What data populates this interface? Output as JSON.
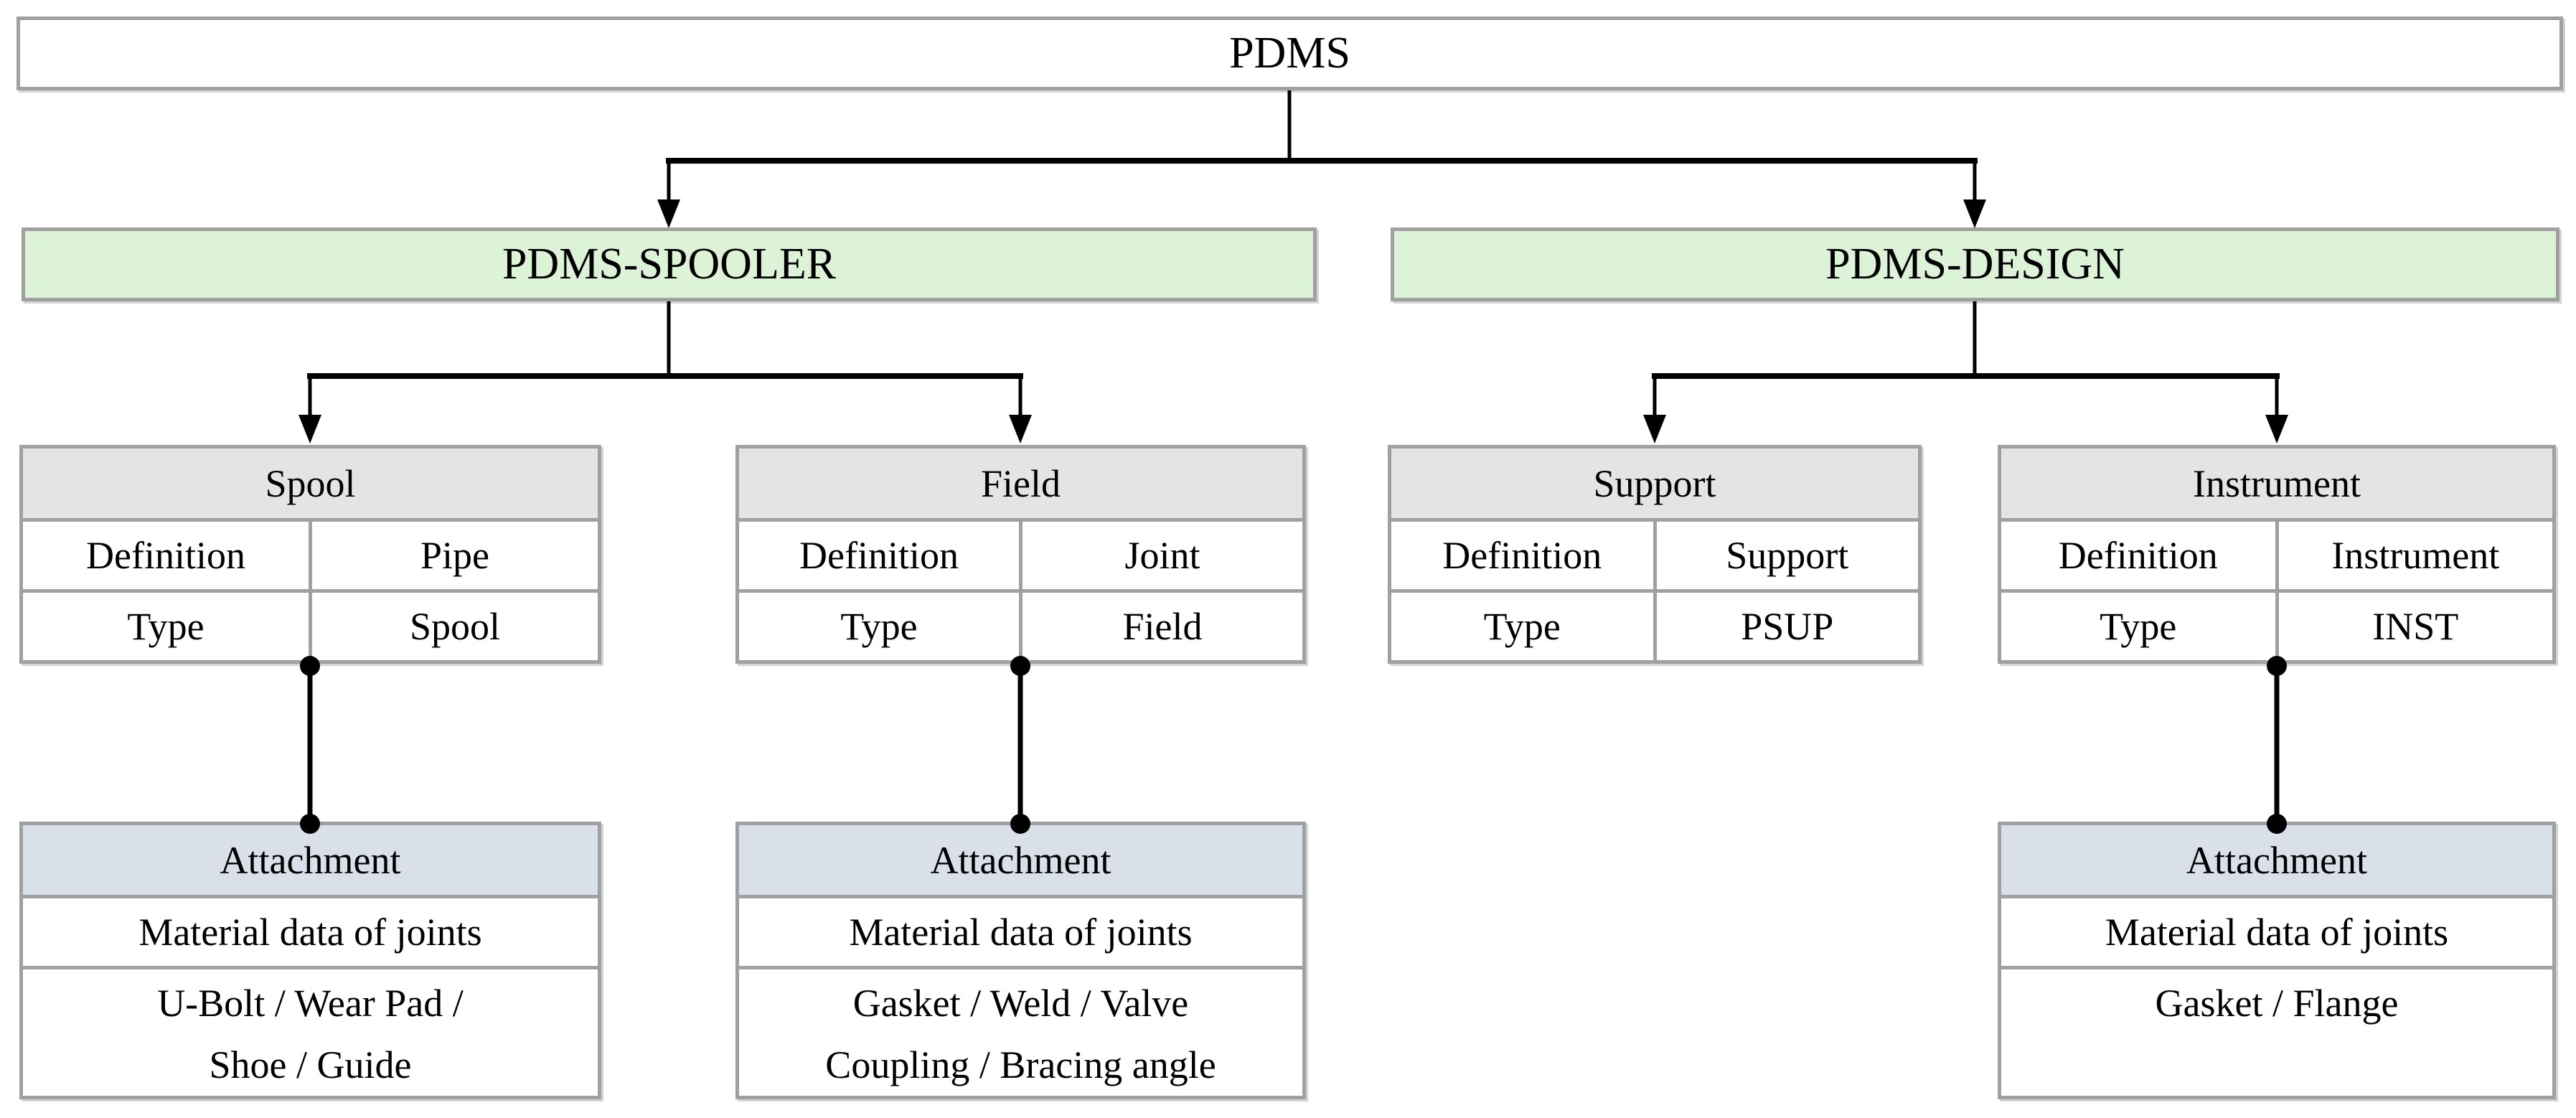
{
  "root": {
    "label": "PDMS"
  },
  "branches": [
    {
      "label": "PDMS-SPOOLER"
    },
    {
      "label": "PDMS-DESIGN"
    }
  ],
  "tables": [
    {
      "title": "Spool",
      "rows": [
        [
          "Definition",
          "Pipe"
        ],
        [
          "Type",
          "Spool"
        ]
      ]
    },
    {
      "title": "Field",
      "rows": [
        [
          "Definition",
          "Joint"
        ],
        [
          "Type",
          "Field"
        ]
      ]
    },
    {
      "title": "Support",
      "rows": [
        [
          "Definition",
          "Support"
        ],
        [
          "Type",
          "PSUP"
        ]
      ]
    },
    {
      "title": "Instrument",
      "rows": [
        [
          "Definition",
          "Instrument"
        ],
        [
          "Type",
          "INST"
        ]
      ]
    }
  ],
  "attachments": [
    {
      "title": "Attachment",
      "material": "Material data of joints",
      "items_line1": "U-Bolt / Wear Pad /",
      "items_line2": "Shoe / Guide"
    },
    {
      "title": "Attachment",
      "material": "Material data of joints",
      "items_line1": "Gasket / Weld / Valve",
      "items_line2": "Coupling / Bracing angle"
    },
    {
      "title": "Attachment",
      "material": "Material data of joints",
      "items_line1": "Gasket / Flange",
      "items_line2": ""
    }
  ],
  "colors": {
    "branch_green": "#dcf3d8",
    "table_header_gray": "#e4e4e4",
    "attachment_header_blue": "#d9e0ea",
    "border_gray": "#a0a0a0",
    "connector_black": "#000000"
  }
}
